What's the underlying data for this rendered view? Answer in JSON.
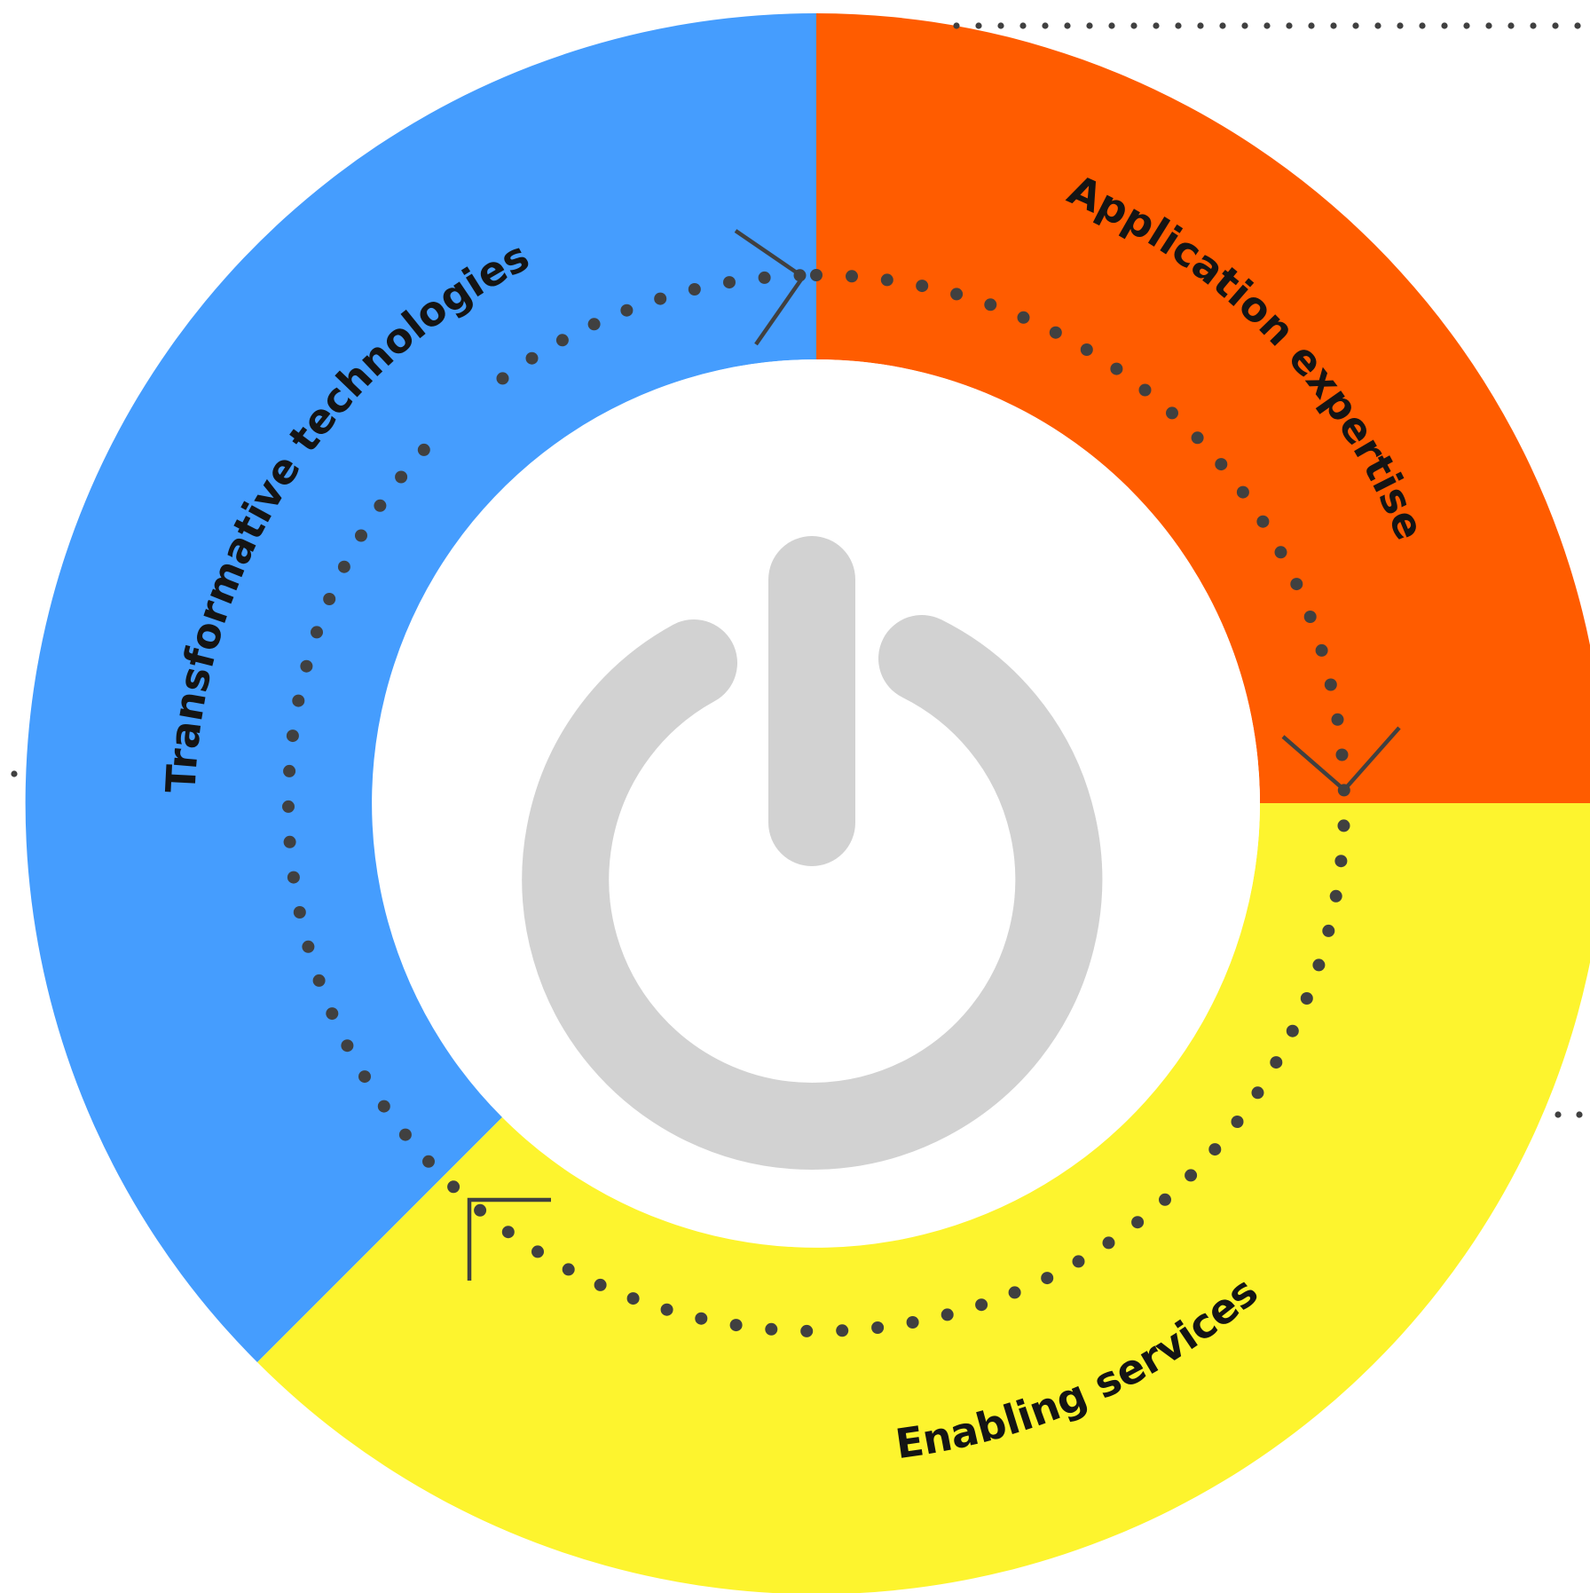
{
  "diagram": {
    "segments": [
      {
        "id": "transformative",
        "label": "Transformative technologies",
        "color": "#459dfe"
      },
      {
        "id": "application",
        "label": "Application expertise",
        "color": "#ff5c00"
      },
      {
        "id": "enabling",
        "label": "Enabling services",
        "color": "#fdf42e"
      }
    ],
    "center_icon": {
      "name": "power-icon",
      "color": "#d2d2d2"
    },
    "connector_color": "#404040",
    "background": "#ffffff"
  }
}
